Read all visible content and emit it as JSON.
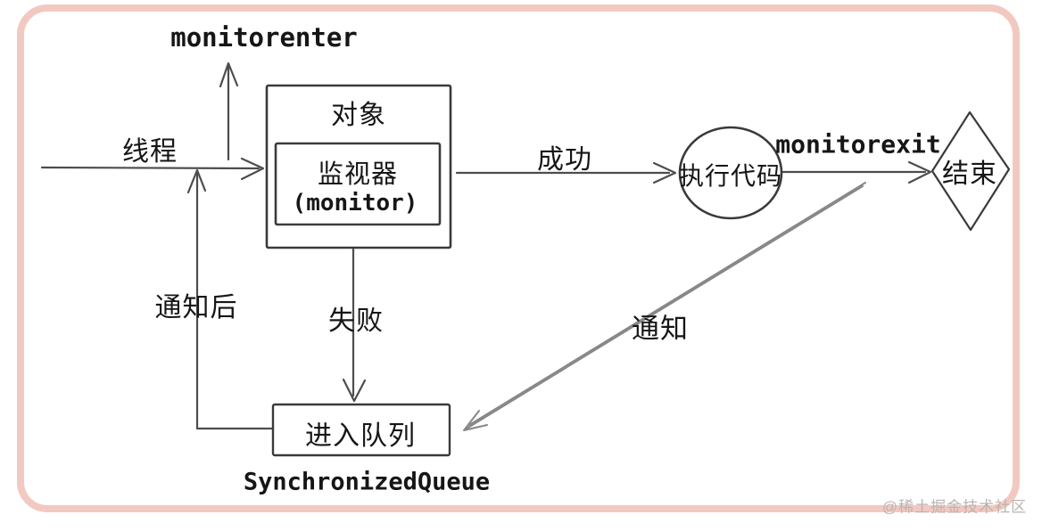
{
  "diagram": {
    "nodes": {
      "object_box_title": "对象",
      "monitor_line1": "监视器",
      "monitor_line2": "(monitor)",
      "execute_code": "执行代码",
      "end": "结束",
      "enter_queue": "进入队列"
    },
    "edge_labels": {
      "thread": "线程",
      "monitorenter": "monitorenter",
      "success": "成功",
      "monitorexit": "monitorexit",
      "fail": "失败",
      "notify": "通知",
      "notify_after": "通知后"
    },
    "captions": {
      "queue_class": "SynchronizedQueue"
    },
    "watermark": "@稀土掘金技术社区",
    "colors": {
      "frame": "#f2c9c0",
      "stroke": "#4a4a4a",
      "stroke_light": "#8c8c8c",
      "text": "#161616",
      "watermark": "#bdb3af"
    }
  }
}
